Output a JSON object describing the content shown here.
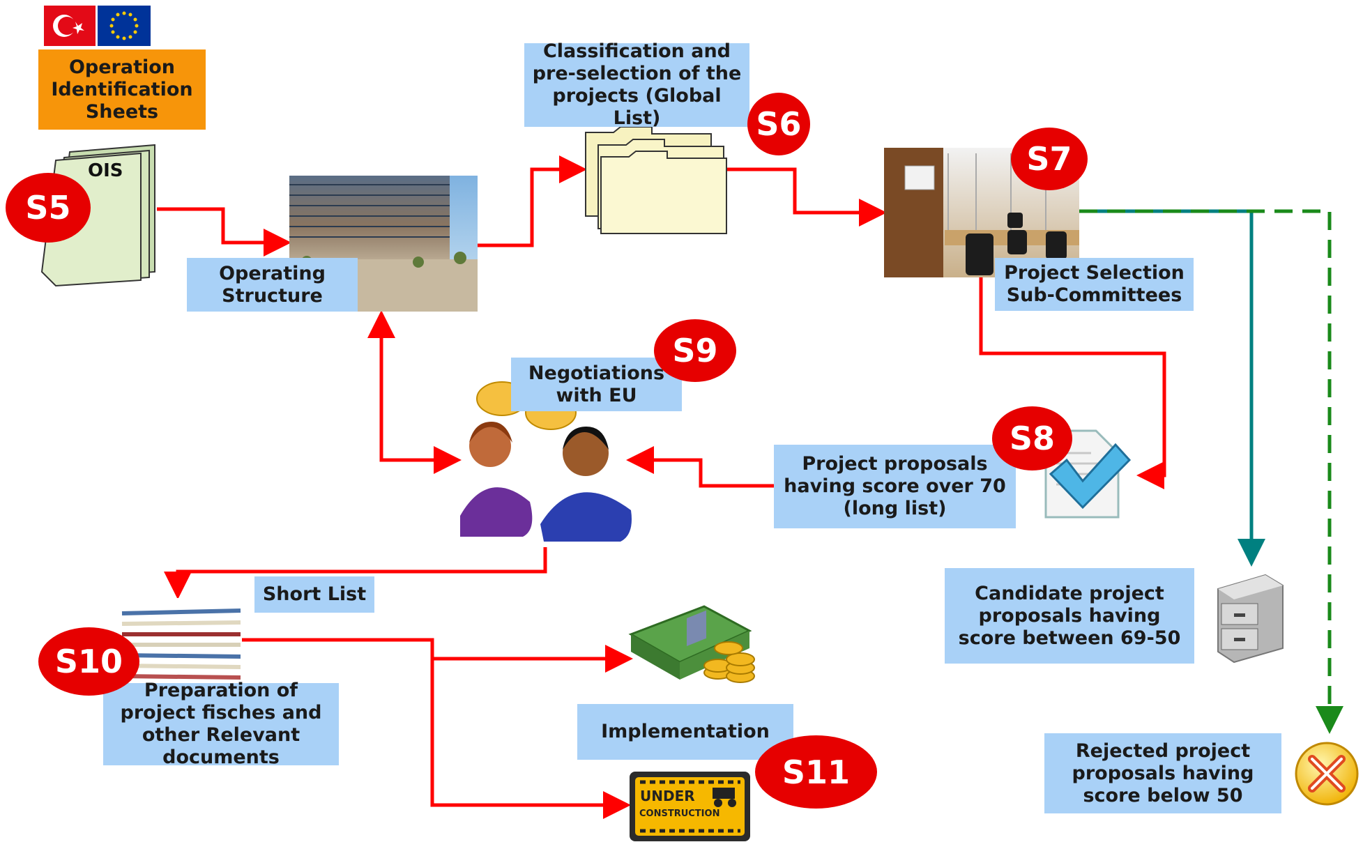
{
  "boxes": {
    "ois_header": "Operation Identification Sheets",
    "operating_structure": "Operating Structure",
    "classification": "Classification and pre-selection of the projects (Global List)",
    "sub_committees": "Project Selection Sub-Committees",
    "negotiations": "Negotiations with EU",
    "long_list": "Project proposals having score over 70 (long list)",
    "short_list": "Short List",
    "candidate": "Candidate project proposals having score between 69-50",
    "preparation": "Preparation of project fisches and other Relevant documents",
    "implementation": "Implementation",
    "rejected": "Rejected project proposals having score below 50"
  },
  "badges": {
    "s5": "S5",
    "s6": "S6",
    "s7": "S7",
    "s8": "S8",
    "s9": "S9",
    "s10": "S10",
    "s11": "S11"
  },
  "labels": {
    "ois": "OIS",
    "under": "UNDER",
    "construction": "CONSTRUCTION"
  },
  "colors": {
    "arrow_red": "#ff0000",
    "arrow_teal": "#008080",
    "arrow_green": "#1a8a1a",
    "box_blue": "#a9d1f7",
    "box_orange": "#f7950a",
    "badge_red": "#e60000"
  }
}
